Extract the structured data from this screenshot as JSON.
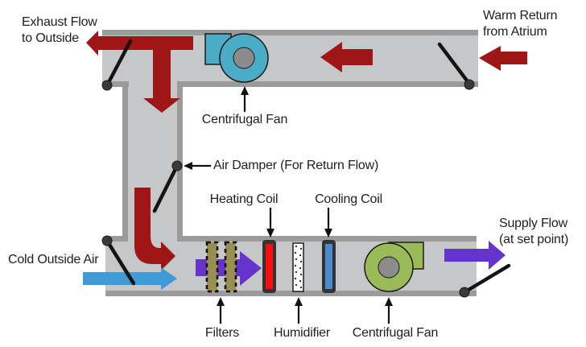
{
  "labels": {
    "exhaust_line1": "Exhaust Flow",
    "exhaust_line2": "to Outside",
    "warm_return_line1": "Warm Return",
    "warm_return_line2": "from Atrium",
    "centrifugal_fan_top": "Centrifugal Fan",
    "air_damper": "Air Damper (For Return Flow)",
    "heating_coil": "Heating Coil",
    "cooling_coil": "Cooling Coil",
    "cold_outside_air": "Cold Outside Air",
    "supply_line1": "Supply Flow",
    "supply_line2": "(at set point)",
    "filters": "Filters",
    "humidifier": "Humidifier",
    "centrifugal_fan_bottom": "Centrifugal Fan"
  },
  "colors": {
    "duct_fill": "#C6C7C9",
    "duct_wall": "#9B9B9B",
    "return_air": "#A01515",
    "outside_air": "#3F9AD6",
    "supply_air": "#6633CC",
    "fan_top": "#4BACC6",
    "fan_bottom": "#9BBB59",
    "fan_hub": "#8C8C8C",
    "filter": "#9A8F52",
    "heating_coil": "#FF0C0C",
    "cooling_coil": "#4A8BD0",
    "coil_frame": "#333333",
    "humidifier_fill": "#FFFFFF",
    "damper": "#141414"
  }
}
